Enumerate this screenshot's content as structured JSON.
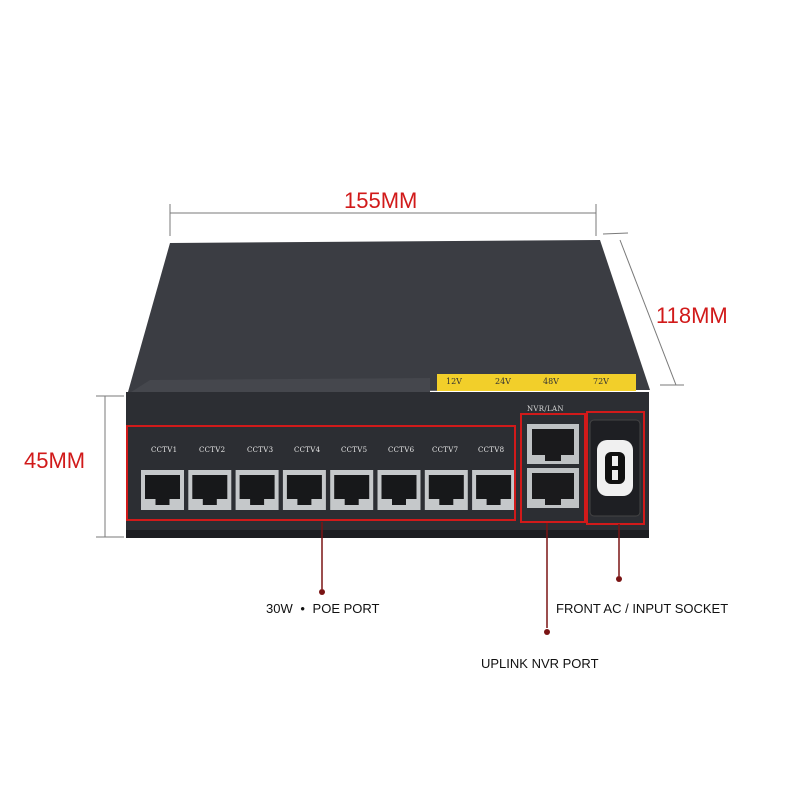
{
  "dimensions": {
    "width_label": "155MM",
    "depth_label": "118MM",
    "height_label": "45MM"
  },
  "voltage_sticker": {
    "options": [
      "12V",
      "24V",
      "48V",
      "72V"
    ],
    "checked": "48V",
    "background_color": "#f2cf2a"
  },
  "poe_ports": {
    "labels": [
      "CCTV1",
      "CCTV2",
      "CCTV3",
      "CCTV4",
      "CCTV5",
      "CCTV6",
      "CCTV7",
      "CCTV8"
    ]
  },
  "uplink": {
    "label": "NVR/LAN"
  },
  "callouts": {
    "poe_port_power": "30W",
    "poe_port_dot": "•",
    "poe_port_text": "POE PORT",
    "uplink_port": "UPLINK NVR PORT",
    "ac_socket": "FRONT AC / INPUT SOCKET"
  },
  "colors": {
    "annotation_red": "#d11a1a",
    "device_body": "#2e3035",
    "device_top": "#3c3e44"
  }
}
